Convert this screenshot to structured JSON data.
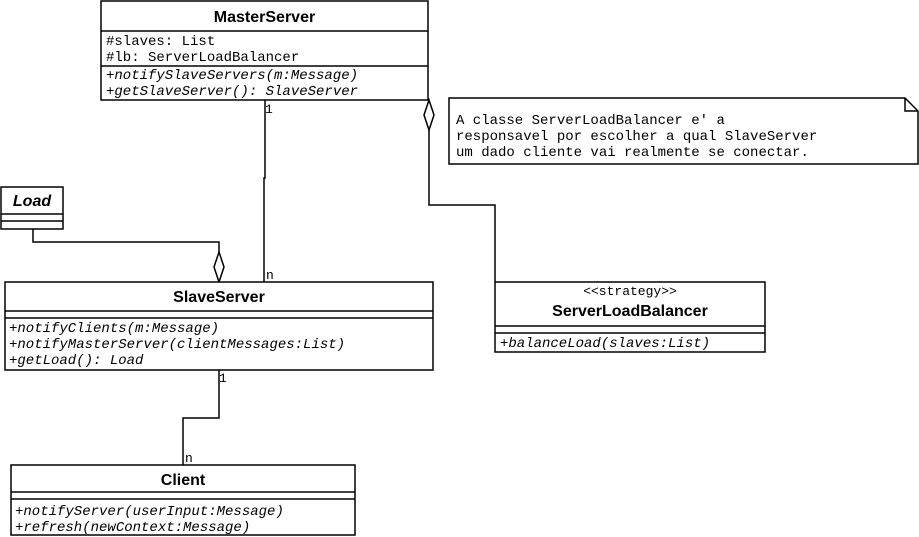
{
  "classes": {
    "master_server": {
      "name": "MasterServer",
      "attributes": [
        "#slaves: List",
        "#lb: ServerLoadBalancer"
      ],
      "operations": [
        "+notifySlaveServers(m:Message)",
        "+getSlaveServer(): SlaveServer"
      ]
    },
    "load": {
      "name": "Load",
      "attributes": [],
      "operations": []
    },
    "slave_server": {
      "name": "SlaveServer",
      "attributes": [],
      "operations": [
        "+notifyClients(m:Message)",
        "+notifyMasterServer(clientMessages:List)",
        "+getLoad(): Load"
      ]
    },
    "server_load_balancer": {
      "stereotype": "<<strategy>>",
      "name": "ServerLoadBalancer",
      "attributes": [],
      "operations": [
        "+balanceLoad(slaves:List)"
      ]
    },
    "client": {
      "name": "Client",
      "attributes": [],
      "operations": [
        "+notifyServer(userInput:Message)",
        "+refresh(newContext:Message)"
      ]
    }
  },
  "note": {
    "lines": [
      "A classe ServerLoadBalancer e' a",
      "responsavel por escolher a qual SlaveServer",
      "um dado cliente vai realmente se conectar."
    ]
  },
  "associations": {
    "master_slave": {
      "source_mult": "1",
      "target_mult": "n"
    },
    "slave_client": {
      "source_mult": "1",
      "target_mult": "n"
    }
  }
}
